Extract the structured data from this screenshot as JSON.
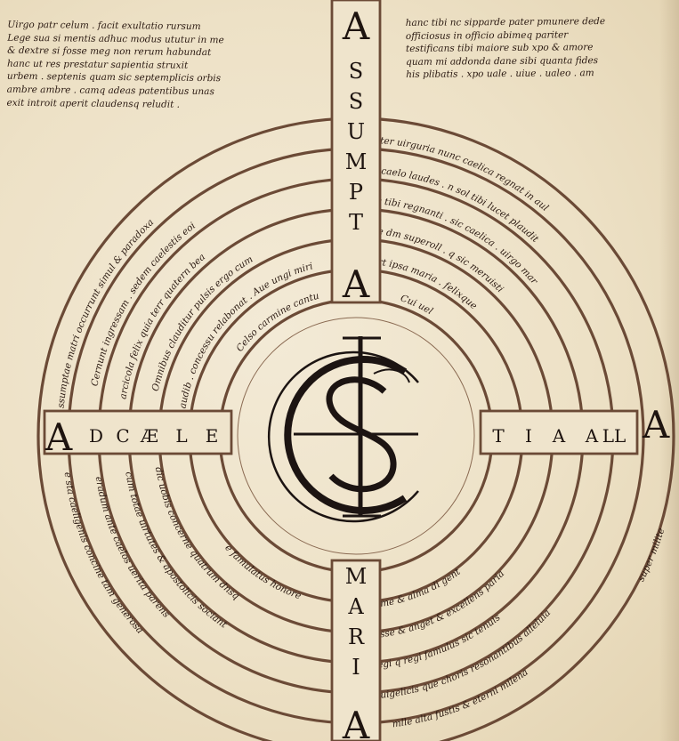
{
  "top_text": {
    "left": [
      "Uirgo patr celum . facit exultatio rursum",
      "Lege sua si mentis adhuc modus ututur in me",
      "& dextre si fosse meg non rerum habundat",
      "hanc ut res prestatur sapientia struxit",
      "urbem . septenis quam sic septemplicis orbis",
      "ambre ambre . camq adeas patentibus unas",
      "exit introit aperit claudensq reludit ."
    ],
    "right": [
      "hanc tibi nc sipparde pater pmunere dede",
      "officiosus in officio abimeq pariter",
      "testificans tibi maiore sub xpo & amore",
      "quam mi addonda dane sibi quanta fides",
      "his plibatis . xpo uale . uiue . ualeo . am"
    ]
  },
  "vertical_top": [
    "A",
    "S",
    "S",
    "U",
    "M",
    "P",
    "T",
    "A"
  ],
  "vertical_bottom": [
    "M",
    "A",
    "R",
    "I",
    "A"
  ],
  "horizontal_left": [
    "A",
    "D",
    "C",
    "Æ",
    "L",
    "E"
  ],
  "horizontal_right": [
    "T",
    "I",
    "A",
    "A",
    "LL",
    "A"
  ],
  "rings": {
    "upper_left": [
      "ssumptae matri occurrunt simul & paradoxa",
      "Cernunt ingressam . sedem caelestis eoi",
      "arcicola felix quia terr quatern bea",
      "Omnibus clauditur pulsis ergo cum",
      "audib . concessu relabonat . Aue ungi miri",
      "Celso carmine cantu"
    ],
    "upper_right": [
      "ater uirguria nunc caelica regnat in aul",
      "a caelo laudes . n sol tibi lucet plaudit",
      "ac tibi regnanti . sic caelica . uirgo mar",
      "me dm superoll . q sic meruisti",
      "rt ipsa maria . felixque",
      "Cui uel"
    ],
    "lower_left": [
      "e sta caeligenis concine tam generosa",
      "eradum ante caelos uerita parens",
      "cum totae uirtutes & apostolicis sociant",
      "dic uobis concerne quatrum dnsq",
      "e famulatus honore"
    ],
    "lower_right": [
      "alme & alma di gent",
      "esse & anget & excellens paria",
      "egi q regi famulus sic tenuis",
      "uigelicis que choris resonantibus alleluia",
      "mlle alta fustis & eterni milena",
      "super milite"
    ]
  }
}
